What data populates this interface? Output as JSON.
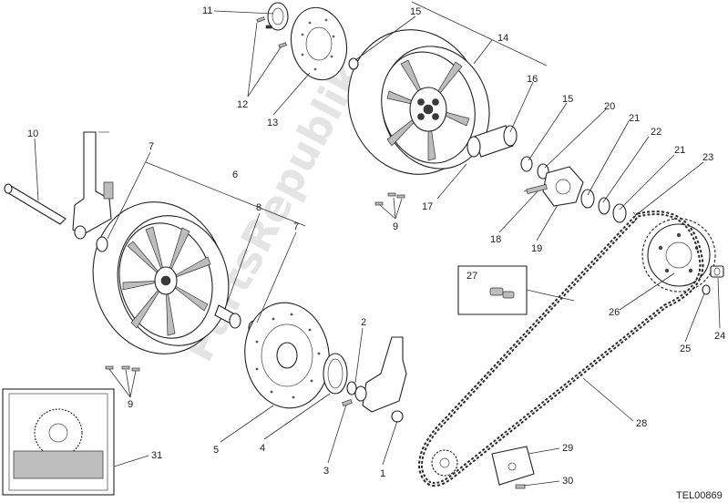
{
  "diagram": {
    "reference_code": "TEL00869",
    "watermark": "PartsRepublik",
    "callouts": [
      "1",
      "2",
      "3",
      "4",
      "5",
      "6",
      "7",
      "7",
      "8",
      "9",
      "9",
      "9",
      "10",
      "11",
      "12",
      "13",
      "14",
      "15",
      "15",
      "16",
      "17",
      "18",
      "19",
      "20",
      "21",
      "21",
      "22",
      "23",
      "24",
      "25",
      "26",
      "27",
      "28",
      "29",
      "30",
      "31"
    ]
  }
}
